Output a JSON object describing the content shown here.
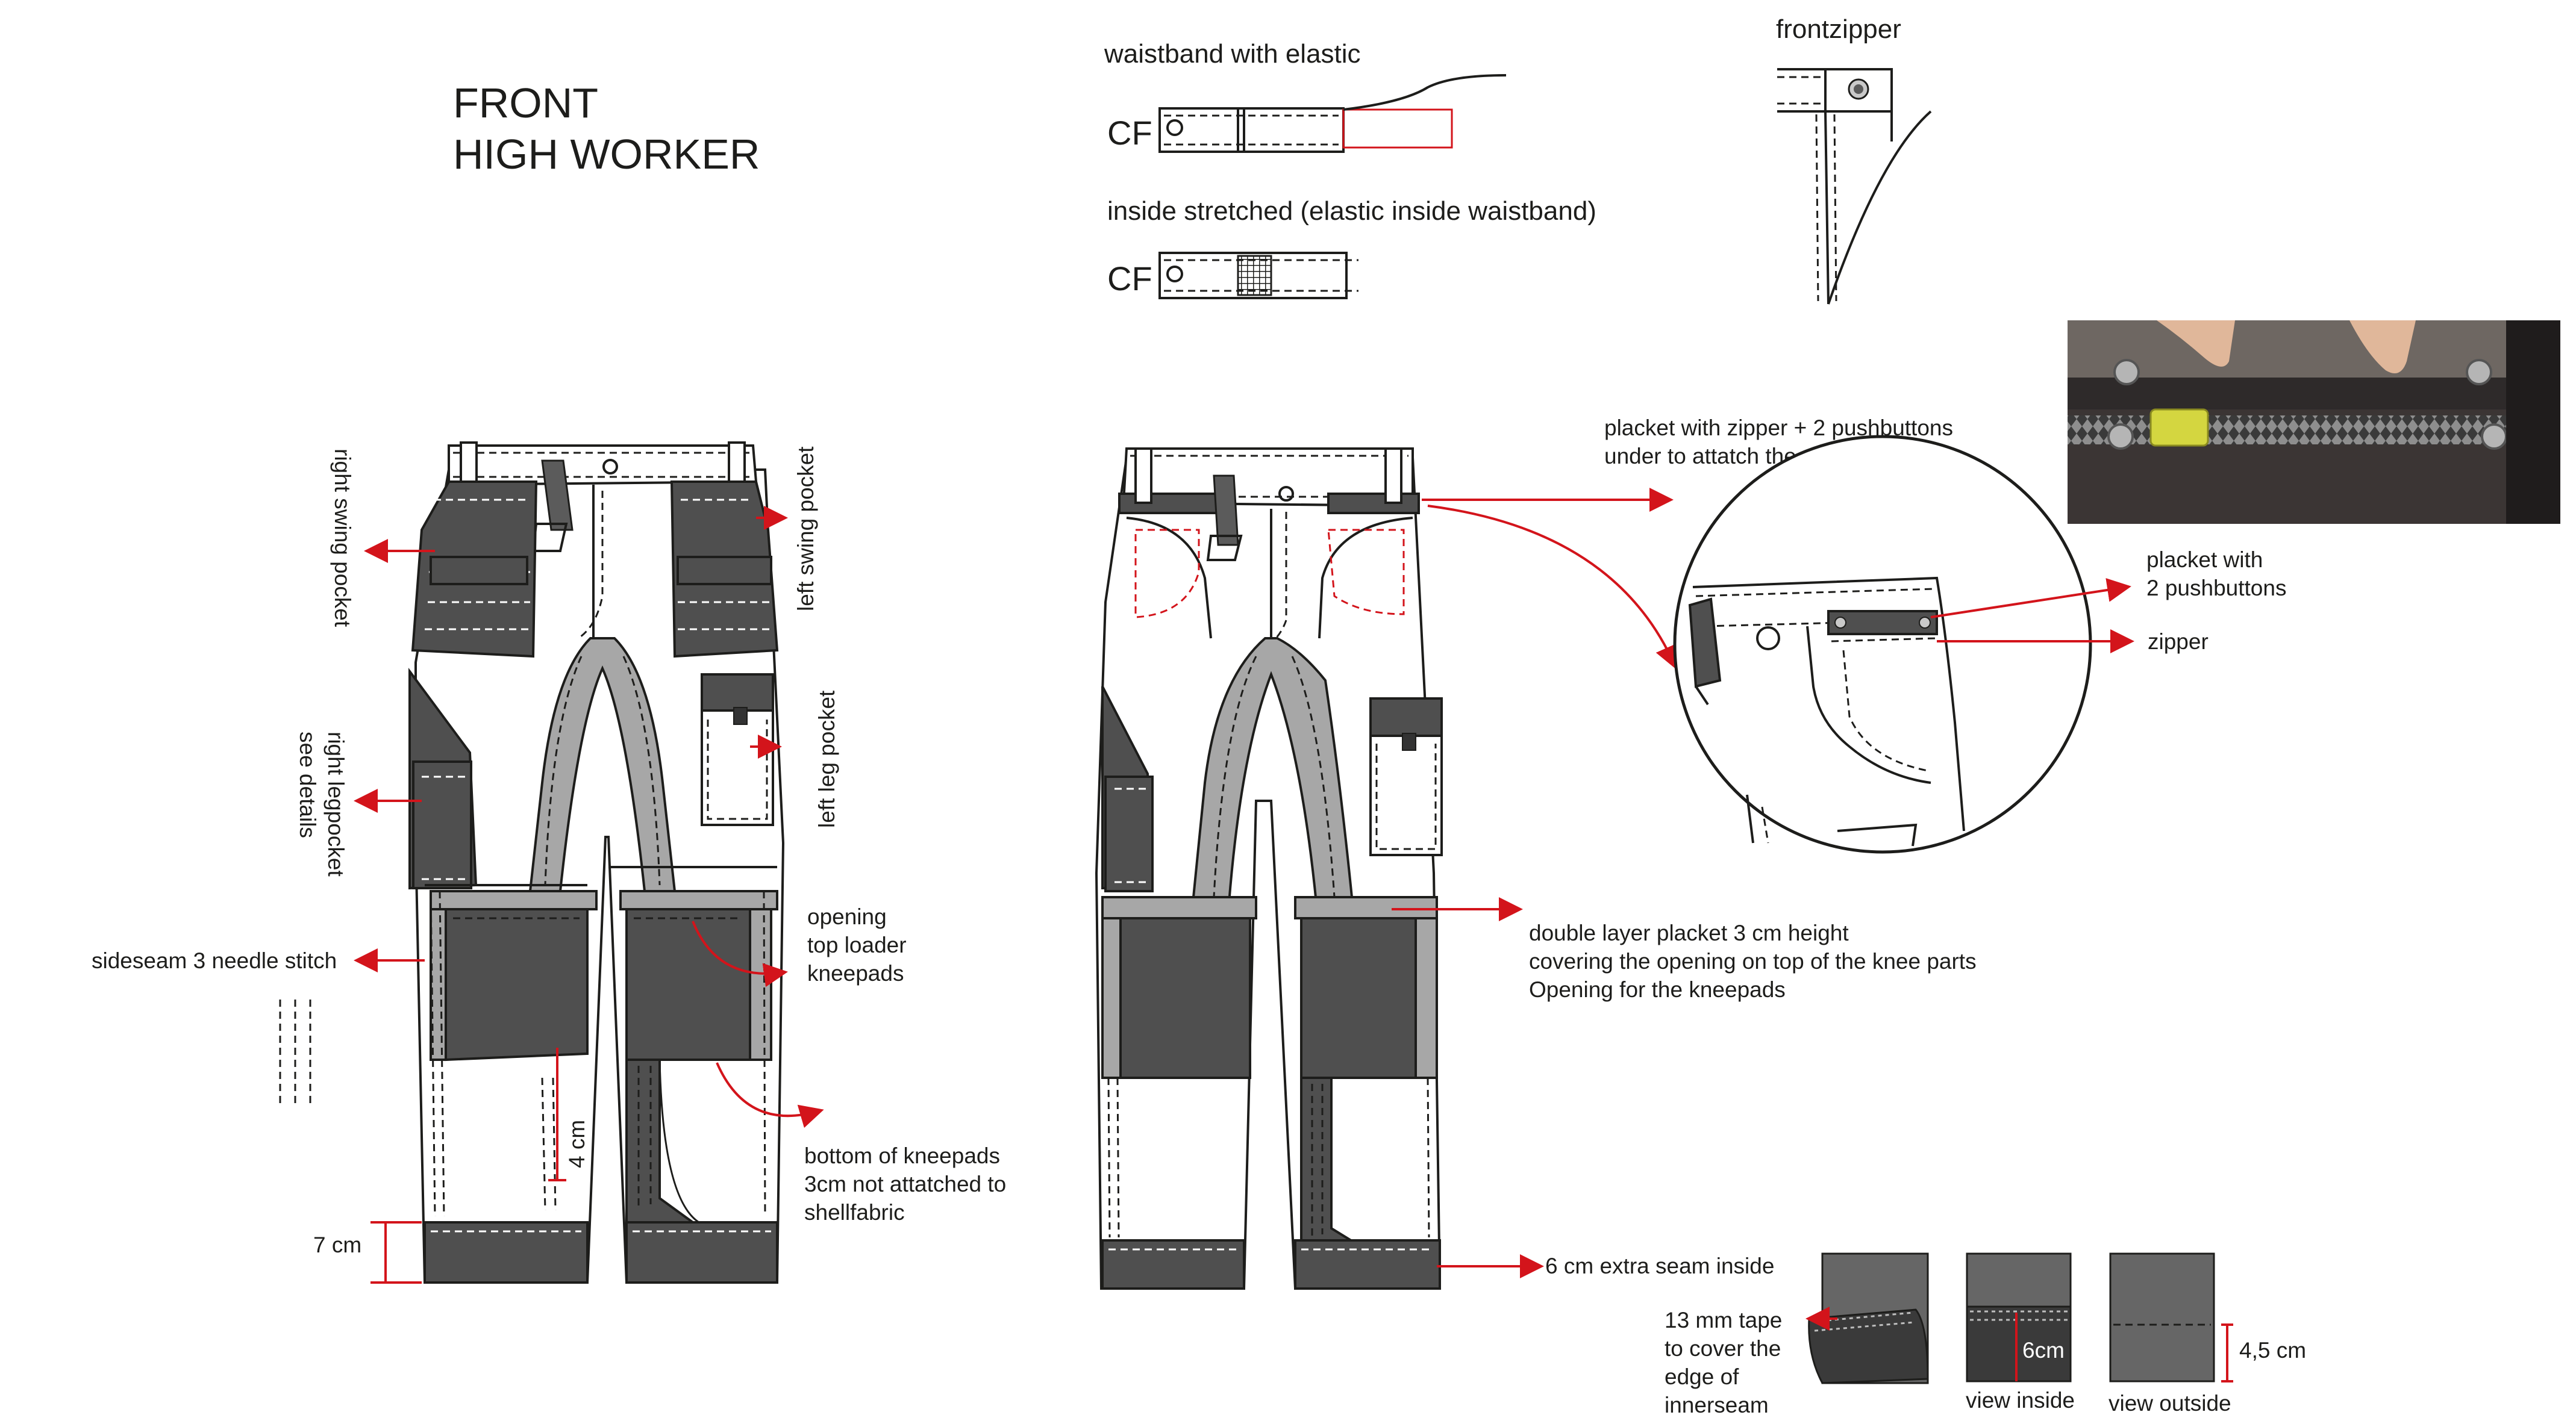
{
  "sheet": {
    "title_line1": "FRONT",
    "title_line2": "HIGH WORKER"
  },
  "left_view": {
    "labels": {
      "right_swing_pocket": "right swing pocket",
      "left_swing_pocket": "left swing pocket",
      "right_legpocket_line1": "right legpocket",
      "right_legpocket_line2": "see details",
      "left_leg_pocket": "left leg pocket",
      "sideseam": "sideseam 3 needle stitch",
      "opening_line1": "opening",
      "opening_line2": "top loader",
      "opening_line3": "kneepads",
      "bottom_line1": "bottom of kneepads",
      "bottom_line2": "3cm not attatched to",
      "bottom_line3": "shellfabric",
      "dim_4cm": "4 cm",
      "dim_7cm": "7 cm"
    }
  },
  "waistband": {
    "title": "waistband with elastic",
    "cf_label": "CF",
    "stretched_title": "inside stretched (elastic inside waistband)",
    "cf_label_2": "CF"
  },
  "frontzipper": {
    "title": "frontzipper"
  },
  "center_view": {
    "labels": {
      "placket_line1": "placket with zipper + 2 pushbuttons",
      "placket_line2": "under to attatch the swingpocket",
      "double_line1": "double layer placket 3 cm height",
      "double_line2": "covering the opening on top of the knee parts",
      "double_line3": "Opening for the kneepads",
      "extra_seam": "6 cm extra seam inside"
    }
  },
  "detail_circle": {
    "labels": {
      "placket_line1": "placket with",
      "placket_line2": "2 pushbuttons",
      "zipper": "zipper"
    }
  },
  "hem_details": {
    "tape_line1": "13 mm tape",
    "tape_line2": "to cover the",
    "tape_line3": "edge of",
    "tape_line4": "innerseam",
    "dim_6cm": "6cm",
    "view_inside": "view inside",
    "dim_45cm": "4,5 cm",
    "view_outside": "view outside"
  },
  "colors": {
    "annotation_red": "#d3141b",
    "fabric_dark": "#4f4f4f",
    "fabric_mid": "#a7a7a7",
    "outline": "#1d1d1b"
  }
}
